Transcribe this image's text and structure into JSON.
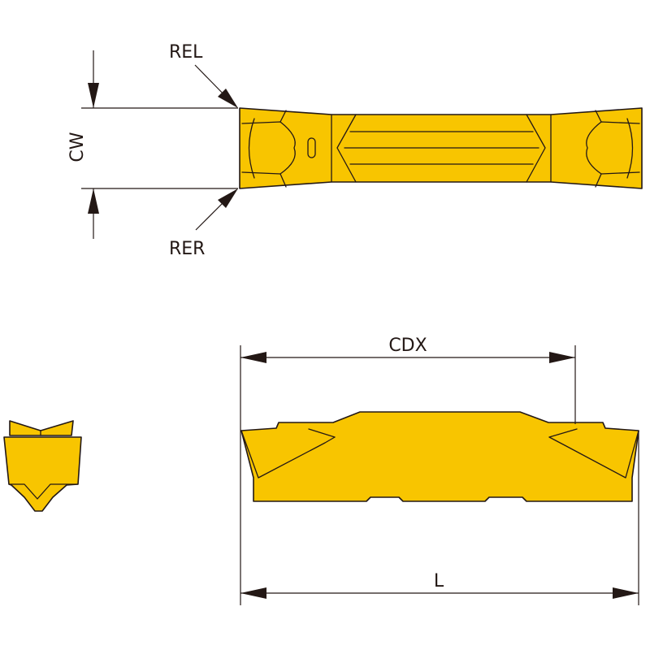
{
  "labels": {
    "rel": "REL",
    "rer": "RER",
    "cw": "CW",
    "cdx": "CDX",
    "l": "L"
  },
  "colors": {
    "insert_fill": "#f8c500",
    "line": "#231815",
    "background": "#ffffff"
  }
}
